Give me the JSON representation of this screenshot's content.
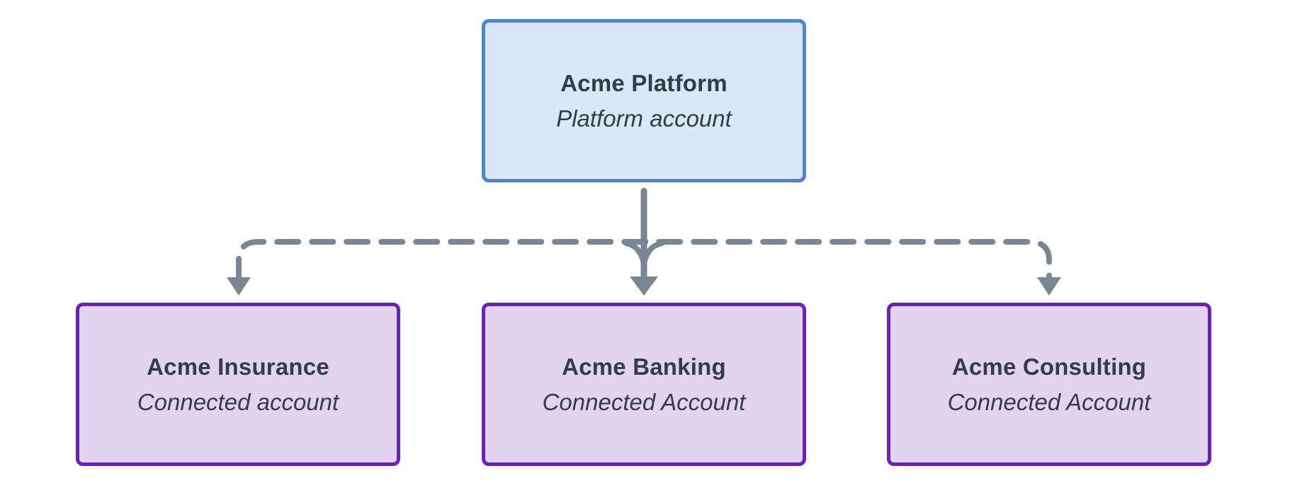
{
  "diagram": {
    "root": {
      "title": "Acme Platform",
      "subtitle": "Platform account"
    },
    "children": [
      {
        "title": "Acme Insurance",
        "subtitle": "Connected account"
      },
      {
        "title": "Acme Banking",
        "subtitle": "Connected Account"
      },
      {
        "title": "Acme Consulting",
        "subtitle": "Connected Account"
      }
    ],
    "edges": [
      {
        "from": "Acme Platform",
        "to": "Acme Insurance",
        "style": "dashed"
      },
      {
        "from": "Acme Platform",
        "to": "Acme Banking",
        "style": "solid"
      },
      {
        "from": "Acme Platform",
        "to": "Acme Consulting",
        "style": "dashed"
      }
    ]
  },
  "colors": {
    "platform_fill": "#dbe6f6",
    "platform_border": "#4e87c8",
    "connected_fill": "#e2d4ee",
    "connected_border": "#6b21b8",
    "connector": "#7b8694",
    "text": "#313d49",
    "background": "#ffffff"
  }
}
